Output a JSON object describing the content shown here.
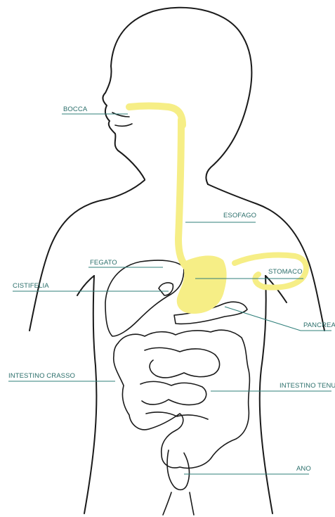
{
  "labels": {
    "bocca": "BOCCA",
    "esofago": "ESOFAGO",
    "fegato": "FEGATO",
    "stomaco": "STOMACO",
    "cistifelia": "CISTIFELIA",
    "pancreas": "PANCREA",
    "intestino_crasso": "INTESTINO CRASSO",
    "intestino_tenue": "INTESTINO TENU",
    "ano": "ANO"
  },
  "colors": {
    "highlight": "#f6ee86",
    "label_text": "#2a6e6a",
    "leader_line": "#2f7f7a",
    "outline": "#1a1a1a"
  }
}
